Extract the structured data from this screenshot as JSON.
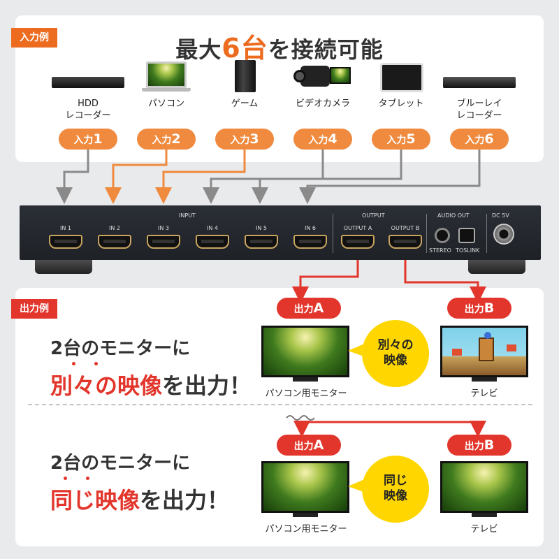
{
  "tags": {
    "input_example": "入力例",
    "output_example": "出力例"
  },
  "title": {
    "pre": "最大",
    "highlight": "6台",
    "post": "を接続可能"
  },
  "devices": [
    {
      "line1": "HDD",
      "line2": "レコーダー",
      "icon": "hdd-recorder-icon"
    },
    {
      "line1": "パソコン",
      "line2": "",
      "icon": "laptop-icon"
    },
    {
      "line1": "ゲーム",
      "line2": "",
      "icon": "game-console-icon"
    },
    {
      "line1": "ビデオカメラ",
      "line2": "",
      "icon": "video-camera-icon"
    },
    {
      "line1": "タブレット",
      "line2": "",
      "icon": "tablet-icon"
    },
    {
      "line1": "ブルーレイ",
      "line2": "レコーダー",
      "icon": "bluray-recorder-icon"
    }
  ],
  "input_badges": [
    {
      "label": "入力",
      "num": "1"
    },
    {
      "label": "入力",
      "num": "2"
    },
    {
      "label": "入力",
      "num": "3"
    },
    {
      "label": "入力",
      "num": "4"
    },
    {
      "label": "入力",
      "num": "5"
    },
    {
      "label": "入力",
      "num": "6"
    }
  ],
  "switcher": {
    "input_section": "INPUT",
    "output_section": "OUTPUT",
    "audio_section": "AUDIO OUT",
    "power": "DC 5V",
    "ports": [
      "IN 1",
      "IN 2",
      "IN 3",
      "IN 4",
      "IN 5",
      "IN 6",
      "OUTPUT A",
      "OUTPUT B"
    ],
    "stereo": "STEREO",
    "toslink": "TOSLINK"
  },
  "colors": {
    "input_orange": "#ef8a3e",
    "input_gray": "#8a8a8a",
    "output_red": "#e2352b",
    "bubble_yellow": "#ffd600"
  },
  "scenario1": {
    "out_a": {
      "label": "出力",
      "ltr": "A"
    },
    "out_b": {
      "label": "出力",
      "ltr": "B"
    },
    "bubble_line1": "別々の",
    "bubble_line2": "映像",
    "msg_line1": "2台のモニターに",
    "msg_red": "別々の映像",
    "msg_tail": "を出力！",
    "left_caption": "パソコン用モニター",
    "right_caption": "テレビ"
  },
  "scenario2": {
    "out_a": {
      "label": "出力",
      "ltr": "A"
    },
    "out_b": {
      "label": "出力",
      "ltr": "B"
    },
    "bubble_line1": "同じ",
    "bubble_line2": "映像",
    "msg_line1": "2台のモニターに",
    "msg_red": "同じ映像",
    "msg_tail": "を出力！",
    "left_caption": "パソコン用モニター",
    "right_caption": "テレビ"
  }
}
